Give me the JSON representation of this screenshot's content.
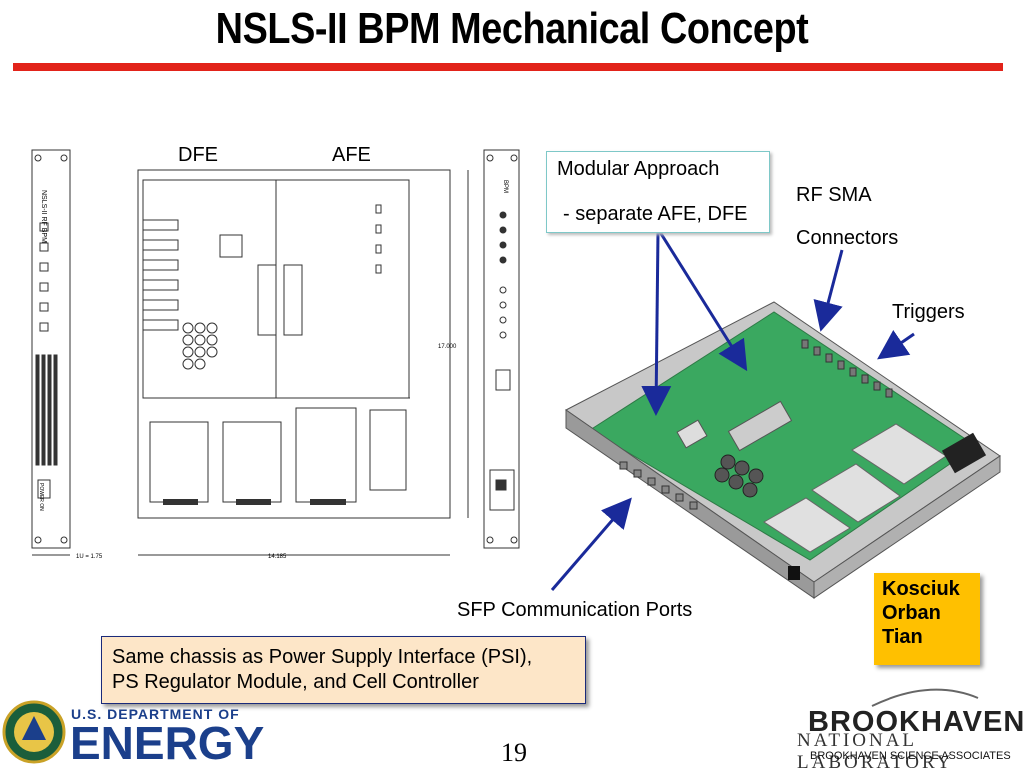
{
  "slide": {
    "title": "NSLS-II BPM Mechanical Concept",
    "page_number": "19"
  },
  "drawing": {
    "left_panel_label": "NSLS-II RF BPM",
    "top_label_dfe": "DFE",
    "top_label_afe": "AFE",
    "dim_height": "17.000",
    "dim_width": "14.185",
    "dim_panel": "1U = 1.75",
    "right_panel_label": "BPM",
    "power_label": "POWER ON"
  },
  "callouts": {
    "modular_line1": "Modular Approach",
    "modular_line2": "- separate AFE, DFE",
    "rf_sma_line1": "RF SMA",
    "rf_sma_line2": "Connectors",
    "triggers": "Triggers",
    "sfp_ports": "SFP Communication Ports"
  },
  "authors": [
    "Kosciuk",
    "Orban",
    "Tian"
  ],
  "chassis_note": {
    "line1": "Same chassis as Power Supply Interface (PSI),",
    "line2": "PS Regulator Module, and Cell Controller"
  },
  "footer": {
    "doe_line1": "U.S. DEPARTMENT OF",
    "doe_line2": "ENERGY",
    "bnl_line1": "BROOKHAVEN",
    "bnl_line2": "NATIONAL LABORATORY",
    "bnl_line3": "BROOKHAVEN SCIENCE ASSOCIATES"
  },
  "colors": {
    "rule": "#e2231a",
    "callout_arrow": "#1a2a9a",
    "pcb_green": "#3aa860",
    "authors_box": "#ffc000",
    "note_box": "#fde6c8",
    "doe_blue": "#1b3f8b"
  }
}
